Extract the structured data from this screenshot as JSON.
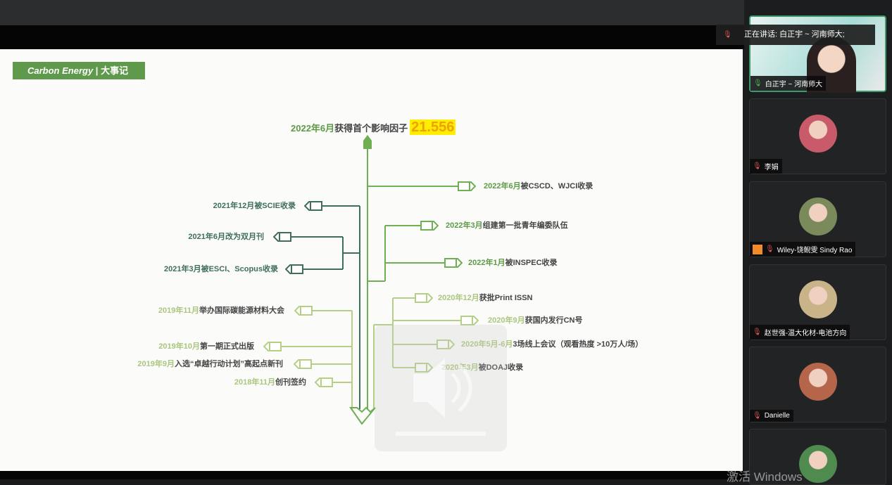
{
  "slide": {
    "badge_en": "Carbon Energy",
    "badge_sep": " | ",
    "badge_cn": "大事记",
    "title": {
      "date": "2022年6月",
      "text": "获得首个影响因子",
      "impact_factor": "21.556"
    },
    "left_items": [
      {
        "date": "2021年12月",
        "text": "被SCIE收录"
      },
      {
        "date": "2021年6月",
        "text": "改为双月刊"
      },
      {
        "date": "2021年3月",
        "text": "被ESCI、Scopus收录"
      },
      {
        "date": "2019年11月",
        "text": "举办国际碳能源材料大会"
      },
      {
        "date": "2019年10月",
        "text": "第一期正式出版"
      },
      {
        "date": "2019年9月",
        "text": "入选“卓越行动计划”高起点新刊"
      },
      {
        "date": "2018年11月",
        "text": "创刊签约"
      }
    ],
    "right_items": [
      {
        "date": "2022年6月",
        "text": "被CSCD、WJCI收录"
      },
      {
        "date": "2022年3月",
        "text": "组建第一批青年编委队伍"
      },
      {
        "date": "2022年1月",
        "text": "被INSPEC收录"
      },
      {
        "date": "2020年12月",
        "text": "获批Print ISSN"
      },
      {
        "date": "2020年9月",
        "text": "获国内发行CN号"
      },
      {
        "date": "2020年5月-6月",
        "text": "3场线上会议（观看热度 >10万人/场）"
      },
      {
        "date": "2020年3月",
        "text": "被DOAJ收录"
      }
    ],
    "colors": {
      "dark": "#3f6e5d",
      "mid": "#6fae52",
      "light": "#b5cf86",
      "badge": "#5f9a4c",
      "highlight": "#ffee00"
    }
  },
  "meeting": {
    "speaking_banner": "正在讲话: 白正宇 ~ 河南师大;",
    "participants": [
      {
        "name": "白正宇 ~ 河南师大",
        "muted": false
      },
      {
        "name": "李娟",
        "muted": true
      },
      {
        "name": "Wiley-饶鲵雯 Sindy Rao",
        "muted": true
      },
      {
        "name": "赵世强-温大化材-电池方向",
        "muted": true
      },
      {
        "name": "Danielle",
        "muted": true
      },
      {
        "name": "",
        "muted": true
      }
    ]
  },
  "watermark": "激活 Windows"
}
